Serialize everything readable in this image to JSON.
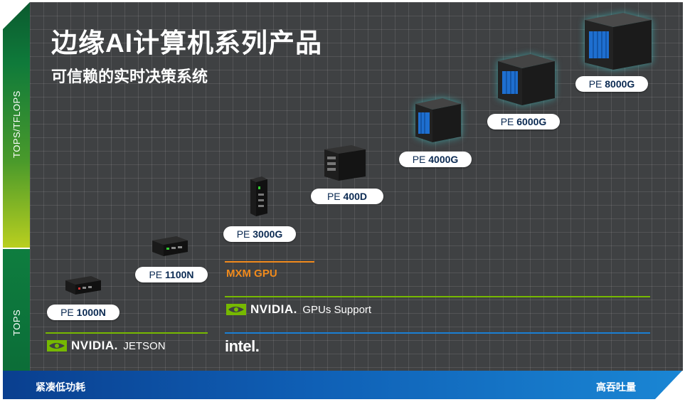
{
  "title": "边缘AI计算机系列产品",
  "subtitle": "可信赖的实时决策系统",
  "axis": {
    "y_upper_label": "TOPS/TFLOPS",
    "y_lower_label": "TOPS",
    "x_left_label": "紧凑低功耗",
    "x_right_label": "高吞吐量"
  },
  "products": [
    {
      "prefix": "PE ",
      "model": "1000N"
    },
    {
      "prefix": "PE ",
      "model": "1100N"
    },
    {
      "prefix": "PE ",
      "model": "3000G"
    },
    {
      "prefix": "PE ",
      "model": "400D"
    },
    {
      "prefix": "PE ",
      "model": "4000G"
    },
    {
      "prefix": "PE ",
      "model": "6000G"
    },
    {
      "prefix": "PE ",
      "model": "8000G"
    }
  ],
  "platforms": {
    "mxm": "MXM GPU",
    "nvidia_gpu_brand": "NVIDIA",
    "nvidia_gpu_text": "GPUs Support",
    "nvidia_jetson_brand": "NVIDIA",
    "nvidia_jetson_text": "JETSON",
    "intel": "intel."
  },
  "colors": {
    "panel": "#3f4143",
    "nvidia_green": "#76b900",
    "mxm_orange": "#f08a1c",
    "intel_blue": "#1a7fd4",
    "label_text": "#0b2a52"
  }
}
